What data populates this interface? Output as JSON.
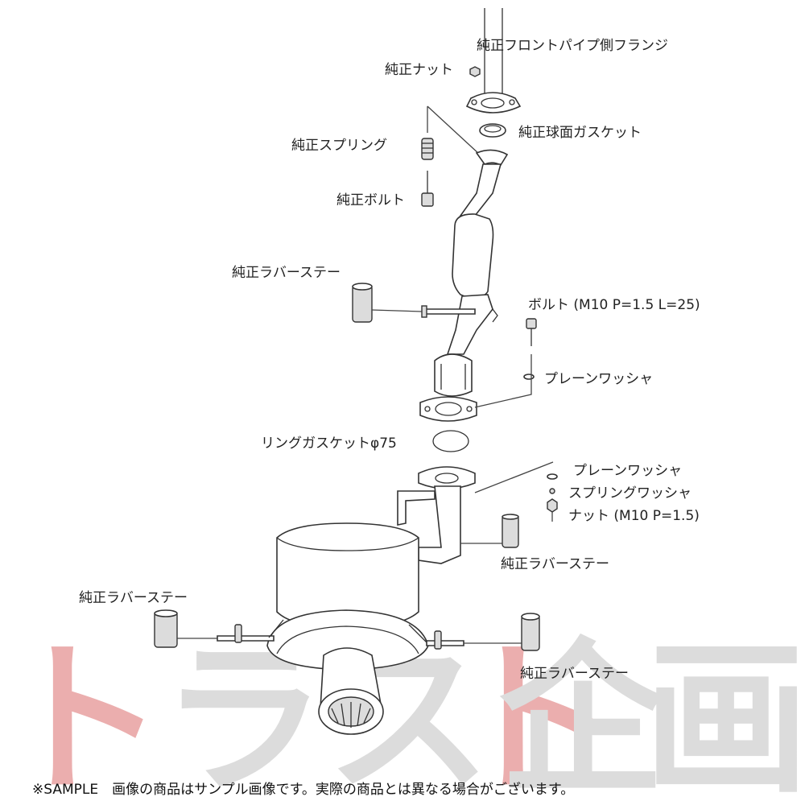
{
  "labels": {
    "flange": "純正フロントパイプ側フランジ",
    "nut": "純正ナット",
    "sphere_gasket": "純正球面ガスケット",
    "spring": "純正スプリング",
    "bolt_oem": "純正ボルト",
    "rubber_stay_1": "純正ラバーステー",
    "bolt_m10": "ボルト (M10 P=1.5 L=25)",
    "plain_washer_1": "プレーンワッシャ",
    "ring_gasket": "リングガスケットφ75",
    "plain_washer_2": "プレーンワッシャ",
    "spring_washer": "スプリングワッシャ",
    "nut_m10": "ナット (M10 P=1.5)",
    "rubber_stay_2": "純正ラバーステー",
    "rubber_stay_3": "純正ラバーステー",
    "rubber_stay_4": "純正ラバーステー"
  },
  "watermark": "トラスト企画",
  "footer": "※SAMPLE　画像の商品はサンプル画像です。実際の商品とは異なる場合がございます。",
  "colors": {
    "watermark_red": "#e8a0a0",
    "watermark_gray": "#d7d7d7",
    "line": "#333333"
  }
}
